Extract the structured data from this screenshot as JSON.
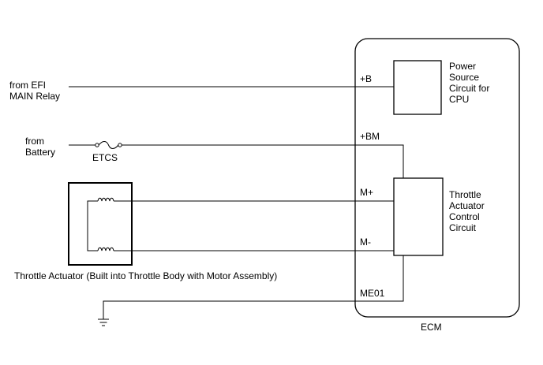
{
  "ecm": {
    "label": "ECM"
  },
  "sources": {
    "efi_line1": "from EFI",
    "efi_line2": "MAIN Relay",
    "battery_line1": "from",
    "battery_line2": "Battery"
  },
  "fuse": {
    "label": "ETCS"
  },
  "terminals": {
    "b": "+B",
    "bm": "+BM",
    "m_plus": "M+",
    "m_minus": "M-",
    "me01": "ME01"
  },
  "power_circuit": {
    "line1": "Power",
    "line2": "Source",
    "line3": "Circuit for",
    "line4": "CPU"
  },
  "throttle_circuit": {
    "line1": "Throttle",
    "line2": "Actuator",
    "line3": "Control",
    "line4": "Circuit"
  },
  "actuator": {
    "label": "Throttle Actuator (Built into Throttle Body with Motor Assembly)"
  }
}
